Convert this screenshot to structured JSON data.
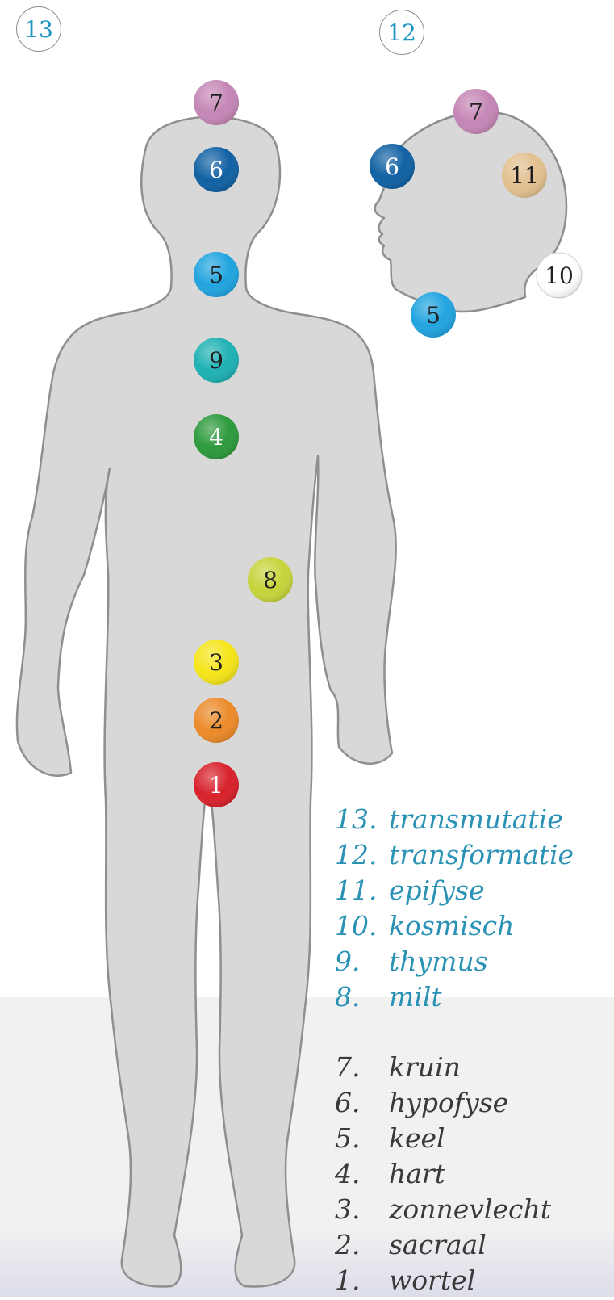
{
  "corner_badges": [
    {
      "label": "13"
    },
    {
      "label": "12"
    }
  ],
  "body_markers": [
    {
      "label": "7",
      "color": "#c587b6"
    },
    {
      "label": "6",
      "color": "#1161a3"
    },
    {
      "label": "5",
      "color": "#21a4df"
    },
    {
      "label": "9",
      "color": "#1fb1b4"
    },
    {
      "label": "4",
      "color": "#2d9a3c"
    },
    {
      "label": "8",
      "color": "#c6d43b"
    },
    {
      "label": "3",
      "color": "#f5e51a"
    },
    {
      "label": "2",
      "color": "#ec8a2a"
    },
    {
      "label": "1",
      "color": "#d8212b"
    }
  ],
  "head_markers": [
    {
      "label": "7",
      "color": "#c587b6"
    },
    {
      "label": "6",
      "color": "#1161a3"
    },
    {
      "label": "11",
      "color": "#e2c08f"
    },
    {
      "label": "10",
      "color": "#ffffff"
    },
    {
      "label": "5",
      "color": "#21a4df"
    }
  ],
  "legend_upper": [
    {
      "num": "13.",
      "label": "transmutatie"
    },
    {
      "num": "12.",
      "label": "transformatie"
    },
    {
      "num": "11.",
      "label": "epifyse"
    },
    {
      "num": "10.",
      "label": "kosmisch"
    },
    {
      "num": "9.",
      "label": "thymus"
    },
    {
      "num": "8.",
      "label": "milt"
    }
  ],
  "legend_lower": [
    {
      "num": "7.",
      "label": "kruin"
    },
    {
      "num": "6.",
      "label": "hypofyse"
    },
    {
      "num": "5.",
      "label": "keel"
    },
    {
      "num": "4.",
      "label": "hart"
    },
    {
      "num": "3.",
      "label": "zonnevlecht"
    },
    {
      "num": "2.",
      "label": "sacraal"
    },
    {
      "num": "1.",
      "label": "wortel"
    }
  ]
}
